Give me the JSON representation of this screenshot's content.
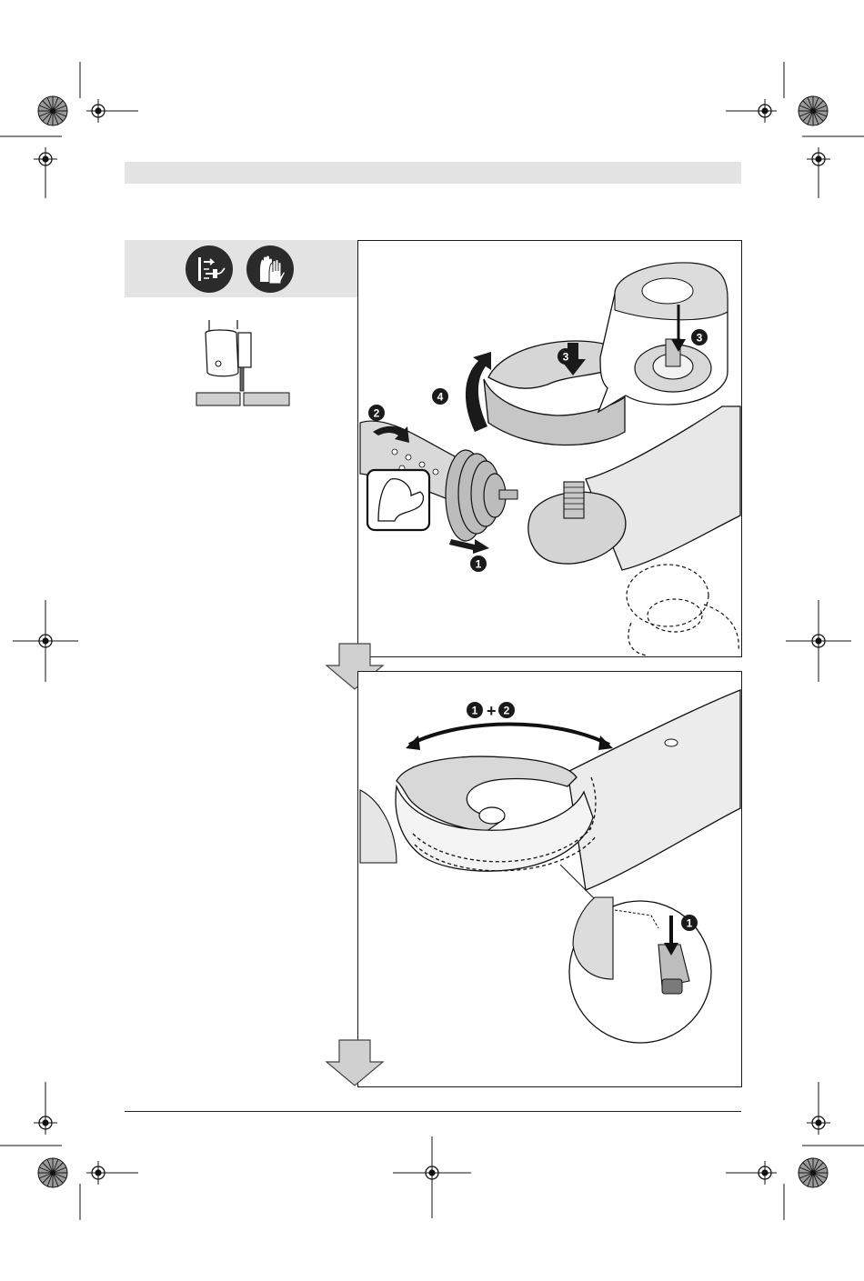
{
  "page": {
    "step_labels": {
      "remove_flange": "1",
      "grip": "2",
      "press_guard": "3",
      "rotate_guard": "4",
      "plus": "+"
    }
  },
  "icons": [
    "unplug-icon",
    "gloves-icon"
  ],
  "colors": {
    "band": "#e3e3e3",
    "ink": "#1a1a1a",
    "guard_grey": "#d6d6d6"
  }
}
